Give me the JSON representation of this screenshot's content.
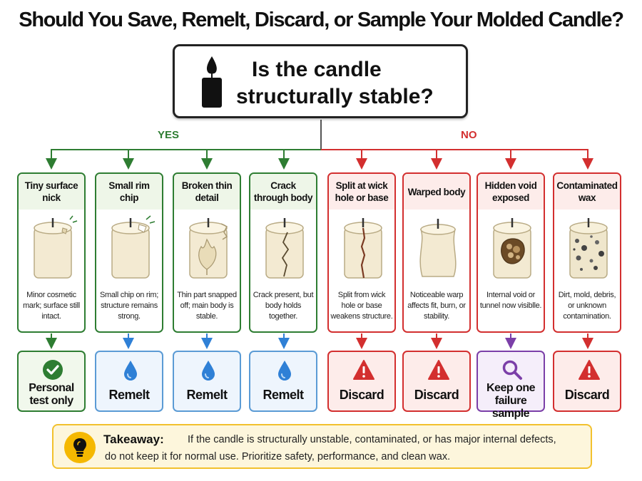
{
  "title": "Should You Save, Remelt, Discard, or Sample Your Molded Candle?",
  "question": {
    "line1": "Is the candle",
    "line2": "structurally stable?",
    "icon": "candle-icon"
  },
  "branches": {
    "yes": "YES",
    "no": "NO"
  },
  "colors": {
    "yes": "#2e7d32",
    "no": "#d32f2f",
    "remelt": "#2f80d6",
    "sample": "#7b3fa8",
    "takeaway_border": "#f2c12e"
  },
  "cards": [
    {
      "head": "Tiny surface nick",
      "desc": "Minor cosmetic mark; surface still intact.",
      "icon": "nicked-candle-icon"
    },
    {
      "head": "Small rim chip",
      "desc": "Small chip on rim; structure remains strong.",
      "icon": "chipped-candle-icon"
    },
    {
      "head": "Broken thin detail",
      "desc": "Thin part snapped off; main body is stable.",
      "icon": "leaf-candle-icon"
    },
    {
      "head": "Crack through body",
      "desc": "Crack present, but body holds together.",
      "icon": "cracked-candle-icon"
    },
    {
      "head": "Split at wick hole or base",
      "desc": "Split from wick hole or base weakens structure.",
      "icon": "split-candle-icon"
    },
    {
      "head": "Warped body",
      "desc": "Noticeable warp affects fit, burn, or stability.",
      "icon": "warped-candle-icon"
    },
    {
      "head": "Hidden void exposed",
      "desc": "Internal void or tunnel now visiblle.",
      "icon": "void-candle-icon"
    },
    {
      "head": "Contaminated wax",
      "desc": "Dirt, mold, debris, or unknown contamination.",
      "icon": "contaminated-candle-icon"
    }
  ],
  "outcomes": [
    {
      "label": "Personal test only",
      "icon": "check-icon"
    },
    {
      "label": "Remelt",
      "icon": "droplet-icon"
    },
    {
      "label": "Remelt",
      "icon": "droplet-icon"
    },
    {
      "label": "Remelt",
      "icon": "droplet-icon"
    },
    {
      "label": "Discard",
      "icon": "warning-icon"
    },
    {
      "label": "Discard",
      "icon": "warning-icon"
    },
    {
      "label": "Keep one failure sample",
      "icon": "magnifier-icon"
    },
    {
      "label": "Discard",
      "icon": "warning-icon"
    }
  ],
  "takeaway": {
    "lead": "Takeaway:",
    "line1": "If the candle is structurally unstable, contaminated, or has major internal defects,",
    "line2": "do not keep it for normal use. Prioritize safety, performance, and clean wax.",
    "icon": "lightbulb-icon"
  }
}
